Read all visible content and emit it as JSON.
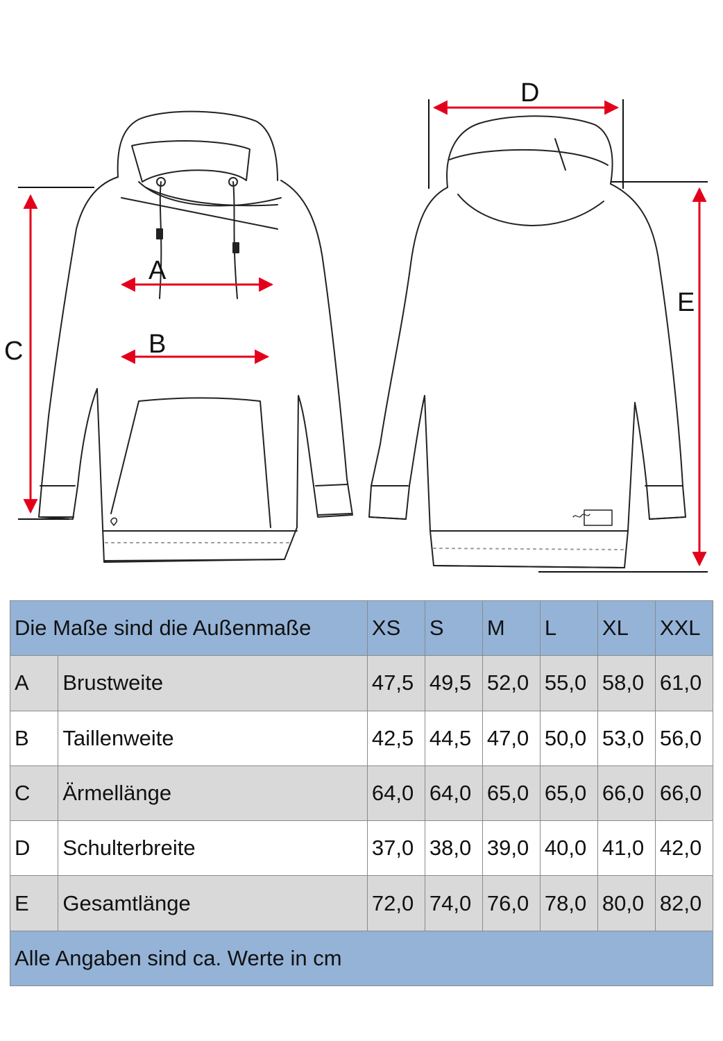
{
  "diagram": {
    "front_labels": {
      "A": "A",
      "B": "B",
      "C": "C"
    },
    "back_labels": {
      "D": "D",
      "E": "E"
    },
    "arrow_color": "#e3001b",
    "icons": [
      "hoodie-front-sketch",
      "hoodie-back-sketch"
    ]
  },
  "table": {
    "header": "Die Maße sind die Außenmaße",
    "sizes": [
      "XS",
      "S",
      "M",
      "L",
      "XL",
      "XXL"
    ],
    "rows": [
      {
        "letter": "A",
        "name": "Brustweite",
        "values": [
          "47,5",
          "49,5",
          "52,0",
          "55,0",
          "58,0",
          "61,0"
        ]
      },
      {
        "letter": "B",
        "name": "Taillenweite",
        "values": [
          "42,5",
          "44,5",
          "47,0",
          "50,0",
          "53,0",
          "56,0"
        ]
      },
      {
        "letter": "C",
        "name": "Ärmellänge",
        "values": [
          "64,0",
          "64,0",
          "65,0",
          "65,0",
          "66,0",
          "66,0"
        ]
      },
      {
        "letter": "D",
        "name": "Schulterbreite",
        "values": [
          "37,0",
          "38,0",
          "39,0",
          "40,0",
          "41,0",
          "42,0"
        ]
      },
      {
        "letter": "E",
        "name": "Gesamtlänge",
        "values": [
          "72,0",
          "74,0",
          "76,0",
          "78,0",
          "80,0",
          "82,0"
        ]
      }
    ],
    "footer": "Alle Angaben sind ca. Werte in cm",
    "colors": {
      "header_bg": "#94b3d7",
      "row_alt_bg": "#d9d9d9",
      "row_bg": "#ffffff"
    }
  }
}
